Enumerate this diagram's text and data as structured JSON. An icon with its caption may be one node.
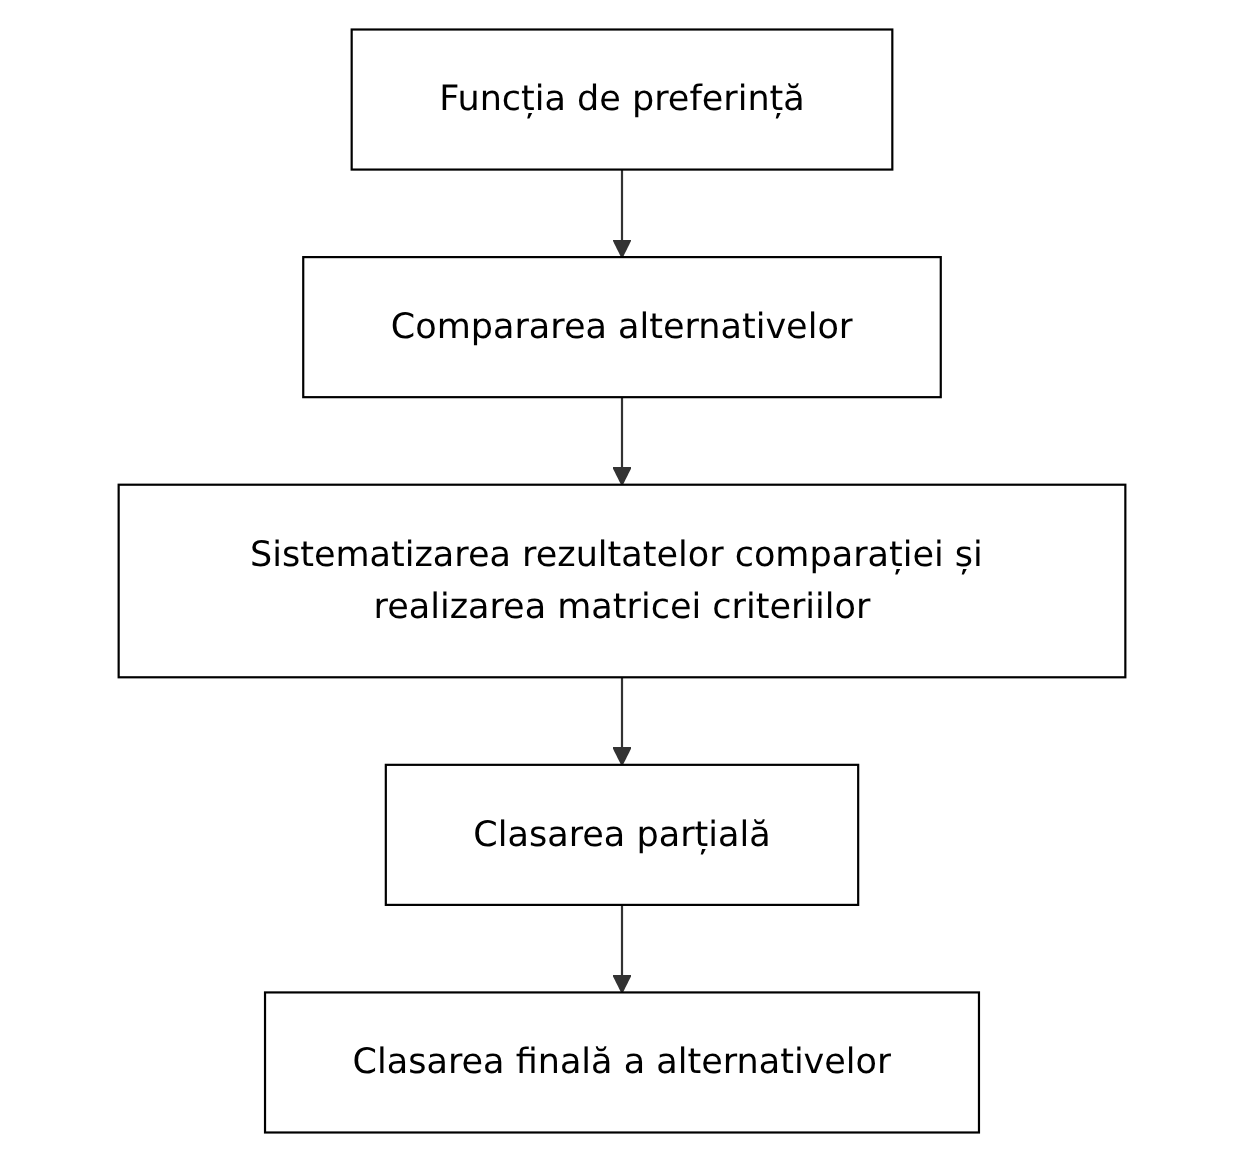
{
  "diagram": {
    "nodes": [
      {
        "text": [
          "Funcția de preferință"
        ]
      },
      {
        "text": [
          "Compararea alternativelor"
        ]
      },
      {
        "text": [
          "Sistematizarea rezultatelor comparației și realizarea matricei criteriilor"
        ]
      },
      {
        "text": [
          "Clasarea parțială"
        ]
      },
      {
        "text": [
          "Clasarea finală a alternativelor"
        ]
      }
    ],
    "edges": [
      {
        "from": 0,
        "to": 1,
        "arrow": "to"
      },
      {
        "from": 1,
        "to": 2,
        "arrow": "to"
      },
      {
        "from": 2,
        "to": 3,
        "arrow": "to"
      },
      {
        "from": 3,
        "to": 4,
        "arrow": "to"
      }
    ]
  }
}
